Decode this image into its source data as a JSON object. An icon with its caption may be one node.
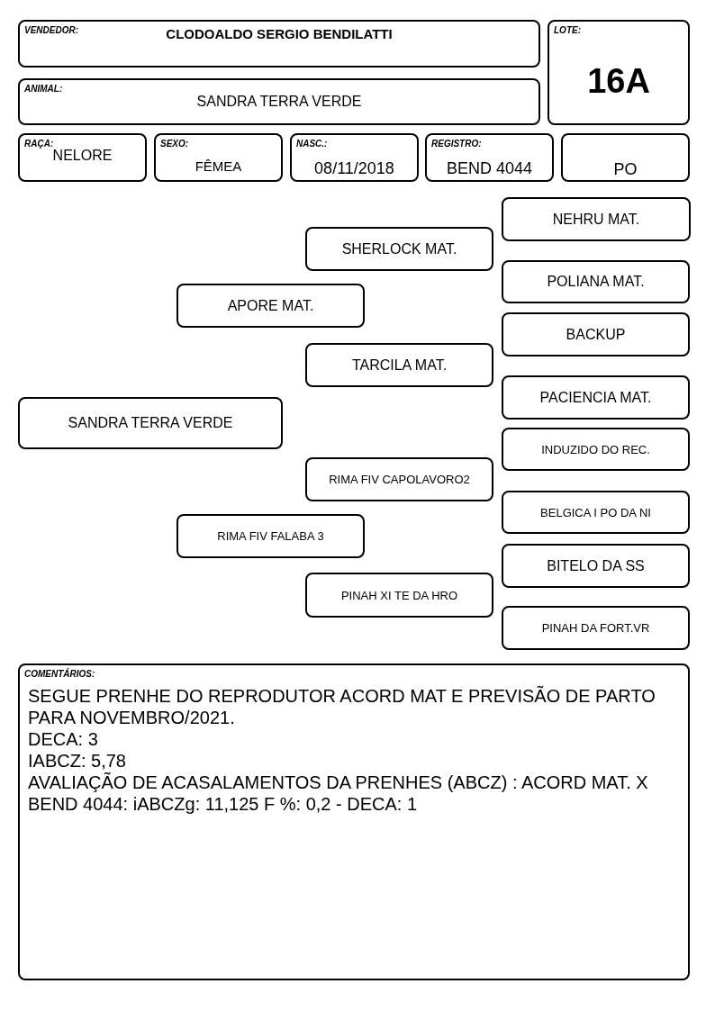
{
  "diagram": {
    "nodes": [
      {
        "text": [
          "VENDEDOR:",
          "CLODOALDO SERGIO BENDILATTI"
        ]
      },
      {
        "text": [
          "LOTE:",
          "16A"
        ]
      },
      {
        "text": [
          "ANIMAL:",
          "SANDRA TERRA VERDE"
        ]
      },
      {
        "text": [
          "RAÇA:",
          "NELORE"
        ]
      },
      {
        "text": [
          "SEXO:",
          "FÊMEA"
        ]
      },
      {
        "text": [
          "NASC.:",
          "08/11/2018"
        ]
      },
      {
        "text": [
          "REGISTRO:",
          "BEND 4044"
        ]
      },
      {
        "text": [
          "PO"
        ]
      },
      {
        "text": [
          "SANDRA TERRA VERDE"
        ]
      },
      {
        "text": [
          "APORE MAT."
        ]
      },
      {
        "text": [
          "RIMA FIV FALABA 3"
        ]
      },
      {
        "text": [
          "SHERLOCK MAT."
        ]
      },
      {
        "text": [
          "TARCILA MAT."
        ]
      },
      {
        "text": [
          "RIMA FIV CAPOLAVORO2"
        ]
      },
      {
        "text": [
          "PINAH XI TE DA HRO"
        ]
      },
      {
        "text": [
          "NEHRU MAT."
        ]
      },
      {
        "text": [
          "POLIANA MAT."
        ]
      },
      {
        "text": [
          "BACKUP"
        ]
      },
      {
        "text": [
          "PACIENCIA MAT."
        ]
      },
      {
        "text": [
          "INDUZIDO DO REC."
        ]
      },
      {
        "text": [
          "BELGICA I PO DA NI"
        ]
      },
      {
        "text": [
          "BITELO DA SS"
        ]
      },
      {
        "text": [
          "PINAH DA FORT.VR"
        ]
      },
      {
        "text": [
          "COMENTÁRIOS:",
          "SEGUE PRENHE DO REPRODUTOR ACORD MAT E PREVISÃO DE PARTO PARA NOVEMBRO/2021.",
          "DECA: 3",
          "IABCZ: 5,78",
          "AVALIAÇÃO DE ACASALAMENTOS DA PRENHES (ABCZ) : ACORD MAT. X BEND 4044: iABCZg: 11,125 F %: 0,2 - DECA: 1"
        ]
      }
    ]
  }
}
